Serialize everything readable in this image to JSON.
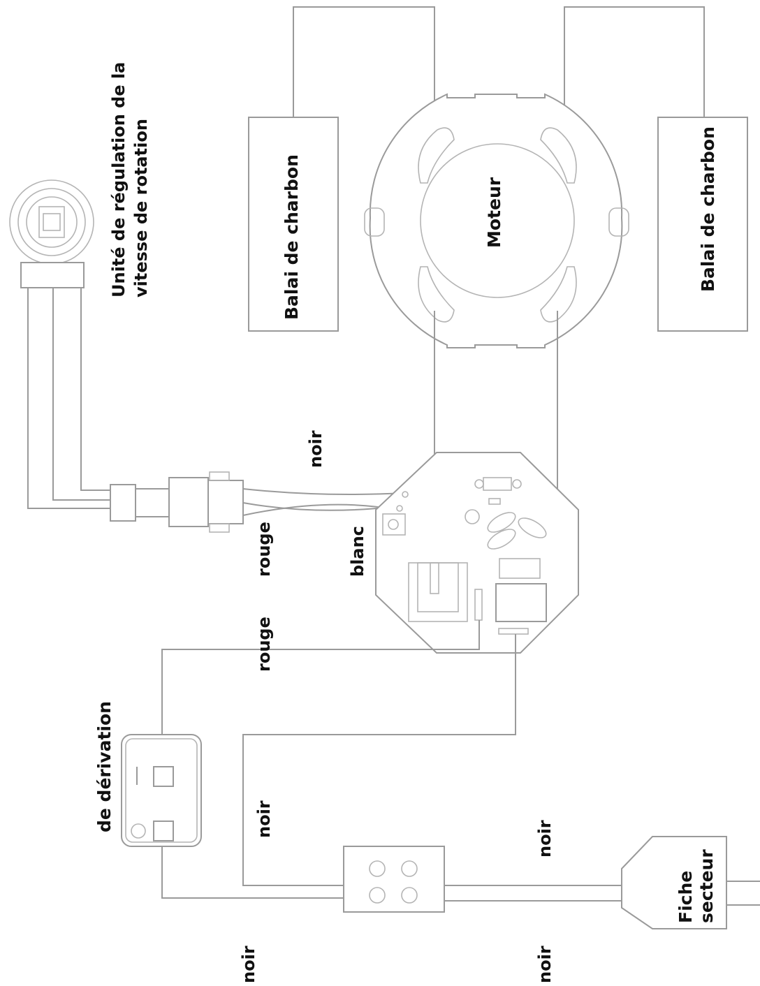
{
  "labels": {
    "speed_unit_line1": "Unité de régulation de la",
    "speed_unit_line2": "vitesse de rotation",
    "brush_left": "Balai de charbon",
    "motor": "Moteur",
    "brush_right": "Balai de charbon",
    "wire_noir_top": "noir",
    "wire_rouge_top": "rouge",
    "wire_blanc": "blanc",
    "wire_rouge_mid": "rouge",
    "derivation": "de dérivation",
    "wire_noir_left": "noir",
    "wire_noir_right": "noir",
    "plug_line1": "Fiche",
    "plug_line2": "secteur",
    "wire_noir_bottom_left": "noir",
    "wire_noir_bottom_right": "noir"
  }
}
